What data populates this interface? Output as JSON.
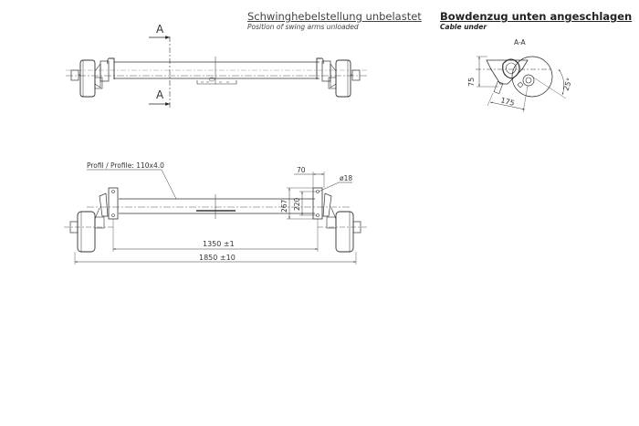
{
  "header": {
    "swing_arm_title": "Schwinghebelstellung unbelastet",
    "swing_arm_subtitle": "Position of swing arms unloaded",
    "cable_title": "Bowdenzug unten angeschlagen",
    "cable_subtitle": "Cable under"
  },
  "top_view": {
    "section_marker_top": "A",
    "section_marker_bottom": "A"
  },
  "section_view": {
    "label": "A-A",
    "dim_height": "75",
    "dim_length": "175",
    "dim_angle": "25°"
  },
  "front_view": {
    "profile_label": "Profil / Profile: 110x4.0",
    "dim_bracket_width": "70",
    "dim_hole": "ø18",
    "dim_bracket_height_outer": "267",
    "dim_bracket_height_inner": "220",
    "dim_track_width": "1350 ±1",
    "dim_overall_width": "1850 ±10"
  },
  "colors": {
    "line": "#333333",
    "centerline": "#555555",
    "background": "#ffffff"
  }
}
